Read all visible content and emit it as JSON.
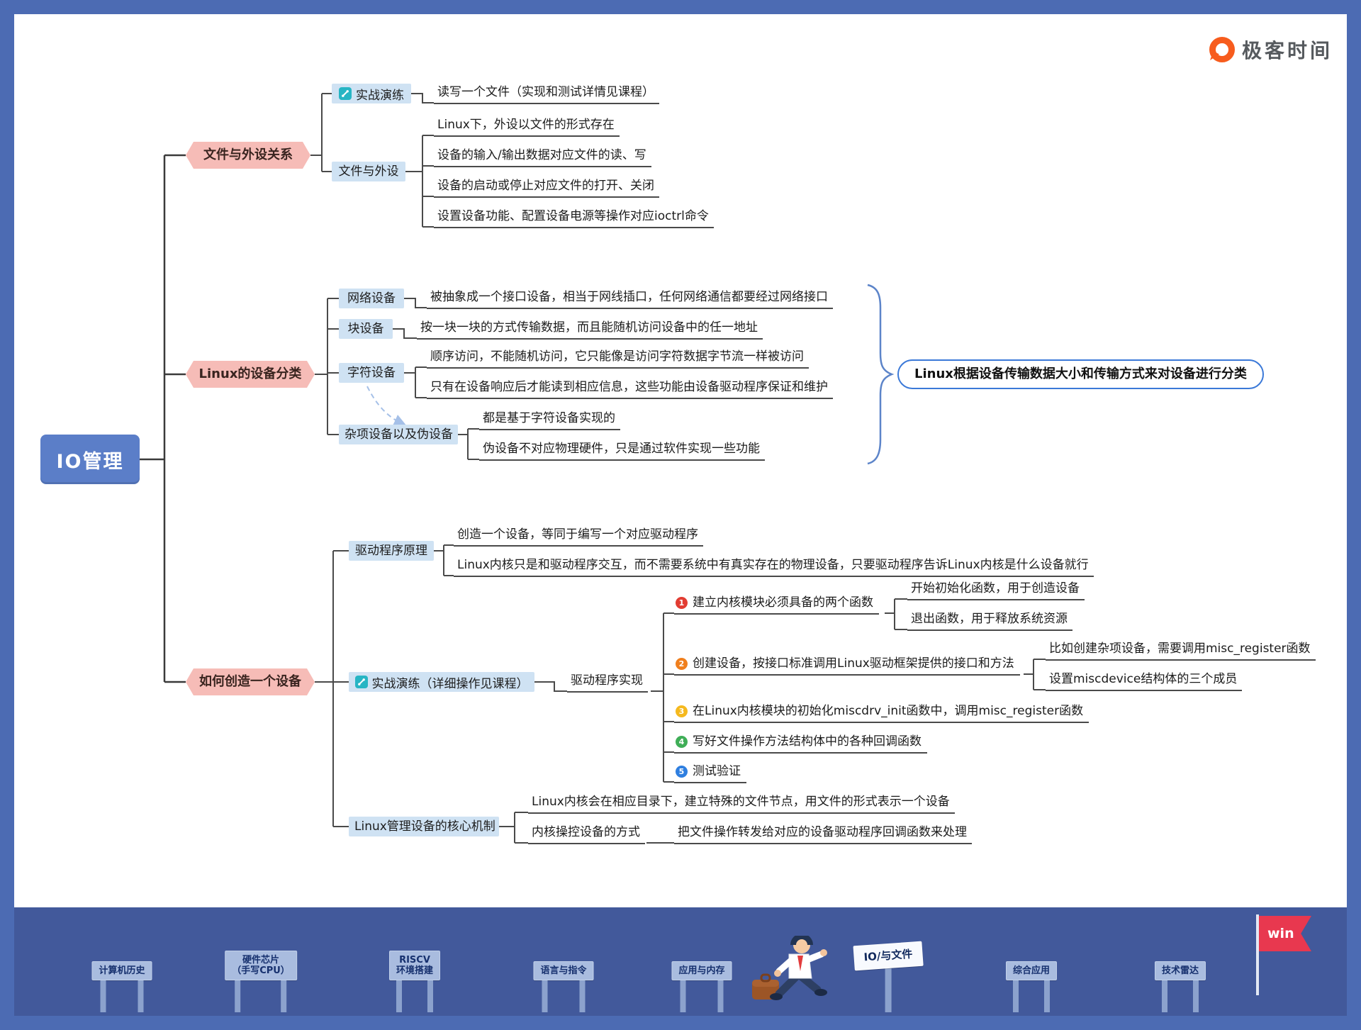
{
  "brand": {
    "name": "极客时间"
  },
  "colors": {
    "frame": "#4c6bb3",
    "footer_band": "#42599b",
    "root_fill": "#5b7ec8",
    "branch_fill": "#f6bcb7",
    "node_fill": "#cfe2f3",
    "annotation_border": "#3b79d8",
    "flag_red": "#e8384f"
  },
  "root": {
    "label": "IO管理"
  },
  "b1": {
    "label": "文件与外设关系",
    "practice": {
      "label": "实战演练",
      "leaf": "读写一个文件（实现和测试详情见课程）"
    },
    "files": {
      "label": "文件与外设",
      "leaves": [
        "Linux下，外设以文件的形式存在",
        "设备的输入/输出数据对应文件的读、写",
        "设备的启动或停止对应文件的打开、关闭",
        "设置设备功能、配置设备电源等操作对应ioctrl命令"
      ]
    }
  },
  "b2": {
    "label": "Linux的设备分类",
    "network": {
      "label": "网络设备",
      "leaf": "被抽象成一个接口设备，相当于网线插口，任何网络通信都要经过网络接口"
    },
    "block": {
      "label": "块设备",
      "leaf": "按一块一块的方式传输数据，而且能随机访问设备中的任一地址"
    },
    "char": {
      "label": "字符设备",
      "leaves": [
        "顺序访问，不能随机访问，它只能像是访问字符数据字节流一样被访问",
        "只有在设备响应后才能读到相应信息，这些功能由设备驱动程序保证和维护"
      ]
    },
    "misc": {
      "label": "杂项设备以及伪设备",
      "leaves": [
        "都是基于字符设备实现的",
        "伪设备不对应物理硬件，只是通过软件实现一些功能"
      ]
    },
    "annotation": "Linux根据设备传输数据大小和传输方式来对设备进行分类"
  },
  "b3": {
    "label": "如何创造一个设备",
    "principle": {
      "label": "驱动程序原理",
      "leaves": [
        "创造一个设备，等同于编写一个对应驱动程序",
        "Linux内核只是和驱动程序交互，而不需要系统中有真实存在的物理设备，只要驱动程序告诉Linux内核是什么设备就行"
      ]
    },
    "practice": {
      "label": "实战演练（详细操作见课程）",
      "impl": {
        "label": "驱动程序实现",
        "steps": [
          {
            "num": "1",
            "color": "#e23c32",
            "text": "建立内核模块必须具备的两个函数",
            "subs": [
              "开始初始化函数，用于创造设备",
              "退出函数，用于释放系统资源"
            ]
          },
          {
            "num": "2",
            "color": "#f07f1d",
            "text": "创建设备，按接口标准调用Linux驱动框架提供的接口和方法",
            "subs": [
              "比如创建杂项设备，需要调用misc_register函数",
              "设置miscdevice结构体的三个成员"
            ]
          },
          {
            "num": "3",
            "color": "#f5b91e",
            "text": "在Linux内核模块的初始化miscdrv_init函数中，调用misc_register函数"
          },
          {
            "num": "4",
            "color": "#3fae57",
            "text": "写好文件操作方法结构体中的各种回调函数"
          },
          {
            "num": "5",
            "color": "#2f7fe0",
            "text": "测试验证"
          }
        ]
      }
    },
    "core": {
      "label": "Linux管理设备的核心机制",
      "leaf1": "Linux内核会在相应目录下，建立特殊的文件节点，用文件的形式表示一个设备",
      "leaf2": {
        "label": "内核操控设备的方式",
        "leaf": "把文件操作转发给对应的设备驱动程序回调函数来处理"
      }
    }
  },
  "footer": {
    "flag_label": "win",
    "signs": [
      {
        "label": "计算机历史"
      },
      {
        "label": "硬件芯片\n（手写CPU）"
      },
      {
        "label": "RISCV\n环境搭建"
      },
      {
        "label": "语言与指令"
      },
      {
        "label": "应用与内存"
      },
      {
        "label": "IO/与文件"
      },
      {
        "label": "综合应用"
      },
      {
        "label": "技术雷达"
      }
    ]
  }
}
